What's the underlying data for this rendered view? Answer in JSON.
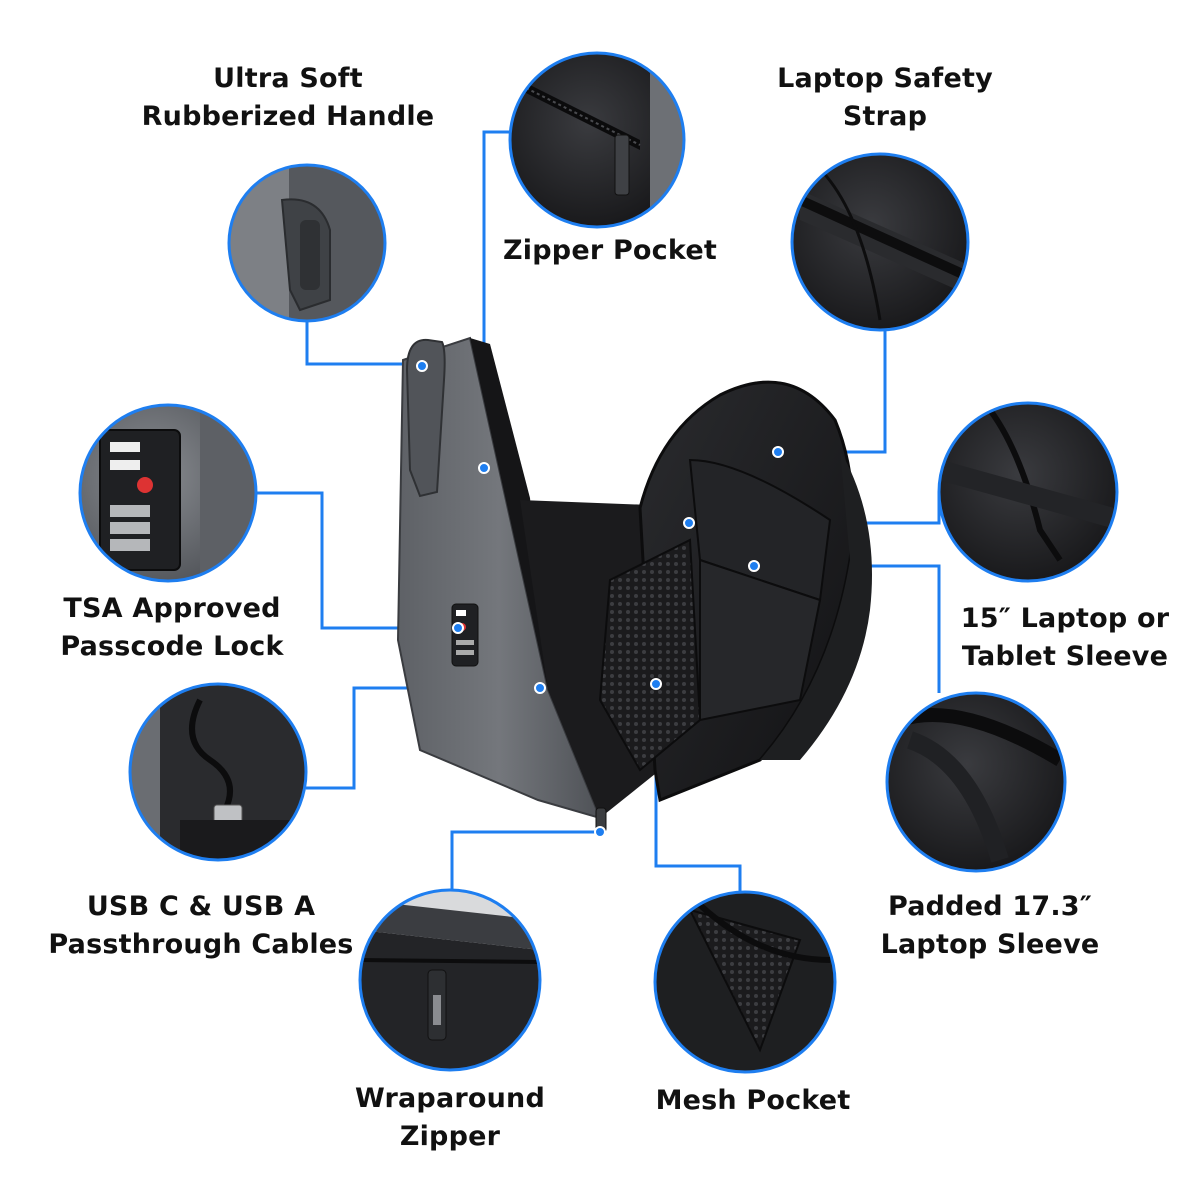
{
  "accent_color": "#1e7ef0",
  "features": [
    {
      "id": "handle",
      "icon": "rubber-handle-icon",
      "lines": [
        "Ultra Soft",
        "Rubberized Handle"
      ]
    },
    {
      "id": "zipper-pocket",
      "icon": "zipper-pocket-icon",
      "lines": [
        "Zipper Pocket"
      ]
    },
    {
      "id": "safety-strap",
      "icon": "safety-strap-icon",
      "lines": [
        "Laptop Safety",
        "Strap"
      ]
    },
    {
      "id": "tsa-lock",
      "icon": "tsa-lock-icon",
      "lines": [
        "TSA Approved",
        "Passcode Lock"
      ]
    },
    {
      "id": "tablet-sleeve",
      "icon": "tablet-sleeve-icon",
      "lines": [
        "15″ Laptop or",
        "Tablet Sleeve"
      ]
    },
    {
      "id": "usb-cables",
      "icon": "usb-cable-icon",
      "lines": [
        "USB C & USB A",
        "Passthrough Cables"
      ]
    },
    {
      "id": "laptop-sleeve",
      "icon": "padded-sleeve-icon",
      "lines": [
        "Padded 17.3″",
        "Laptop Sleeve"
      ]
    },
    {
      "id": "wrap-zipper",
      "icon": "zipper-pull-icon",
      "lines": [
        "Wraparound",
        "Zipper"
      ]
    },
    {
      "id": "mesh-pocket",
      "icon": "mesh-pocket-icon",
      "lines": [
        "Mesh Pocket"
      ]
    }
  ],
  "product": {
    "icon": "open-hardshell-backpack-icon"
  }
}
